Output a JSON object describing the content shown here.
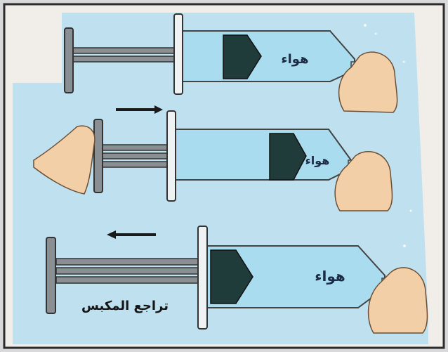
{
  "labels": {
    "air_top": "هواء",
    "air_middle": "هواء",
    "air_bottom": "هواء",
    "caption_bottom": "تراجع المكبس"
  },
  "icons": {
    "arrow_middle": "right-arrow-icon",
    "arrow_bottom": "left-arrow-icon"
  },
  "colors": {
    "page_background": "#bfe0ee",
    "outer_frame": "#2b2b2b",
    "syringe_air": "#a9dcef",
    "plunger_head": "#1f3b3a",
    "finger": "#f2cfa7",
    "rods": "#7a7f84"
  }
}
